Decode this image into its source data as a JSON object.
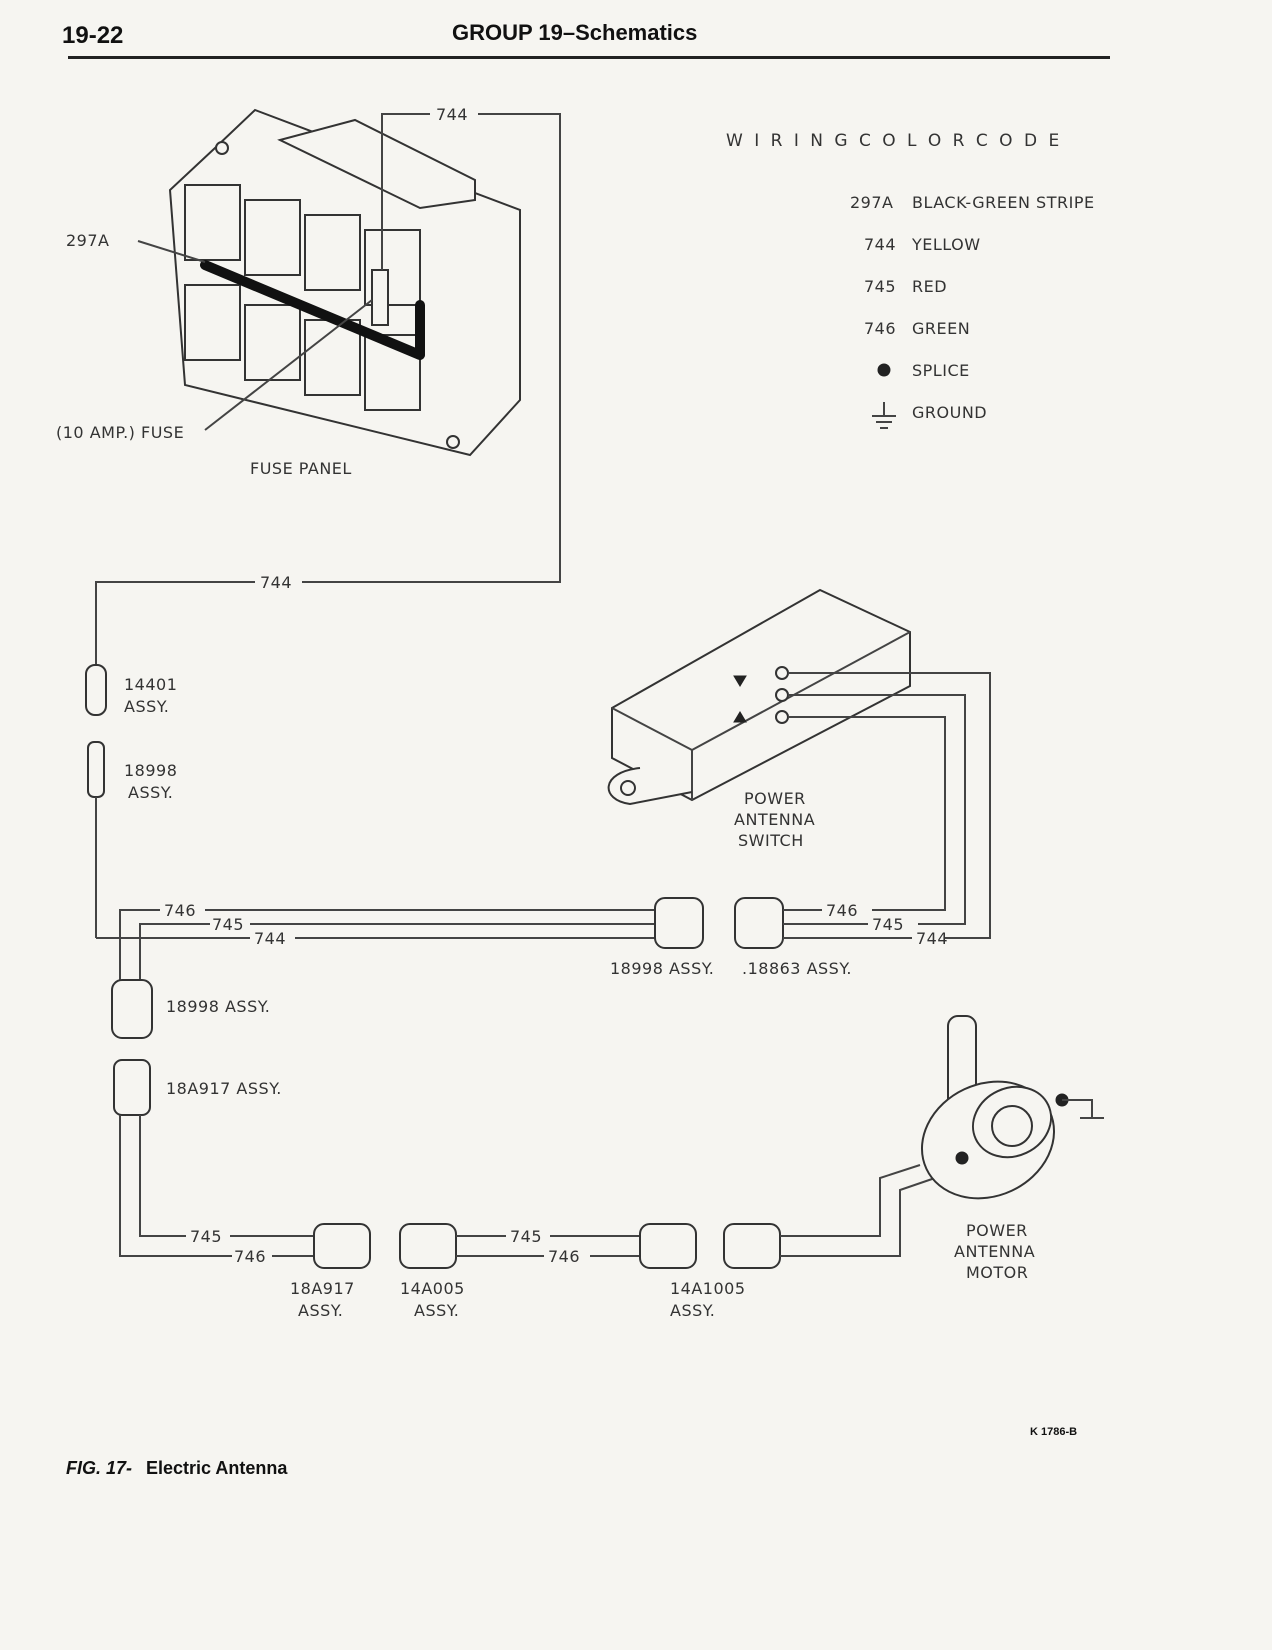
{
  "header": {
    "page_number": "19-22",
    "title": "GROUP 19–Schematics"
  },
  "legend": {
    "title": "W I R I N G   C O L O R   C O D E",
    "entries": [
      {
        "code": "297A",
        "color": "BLACK-GREEN STRIPE"
      },
      {
        "code": "744",
        "color": "YELLOW"
      },
      {
        "code": "745",
        "color": "RED"
      },
      {
        "code": "746",
        "color": "GREEN"
      }
    ],
    "splice_label": "SPLICE",
    "ground_label": "GROUND"
  },
  "fuse_panel": {
    "label": "FUSE PANEL",
    "fuse_label": "(10 AMP.) FUSE",
    "wire_297a": "297A",
    "wire_744": "744"
  },
  "wires": {
    "w744": "744",
    "w745": "745",
    "w746": "746"
  },
  "connectors": {
    "c14401_num": "14401",
    "c14401_assy": "ASSY.",
    "c18998_num": "18998",
    "c18998_assy": "ASSY.",
    "c18998_side": "18998 ASSY.",
    "c18a917_side": "18A917 ASSY.",
    "mid_left": "18998 ASSY.",
    "mid_right": ".18863 ASSY.",
    "b18a917_num": "18A917",
    "b18a917_assy": "ASSY.",
    "b14a005_num": "14A005",
    "b14a005_assy": "ASSY.",
    "b14a1005_num": "14A1005",
    "b14a1005_assy": "ASSY."
  },
  "switch": {
    "line1": "POWER",
    "line2": "ANTENNA",
    "line3": "SWITCH"
  },
  "motor": {
    "line1": "POWER",
    "line2": "ANTENNA",
    "line3": "MOTOR"
  },
  "figure": {
    "label": "FIG. 17-",
    "caption": "Electric Antenna",
    "ref": "K 1786-B"
  }
}
